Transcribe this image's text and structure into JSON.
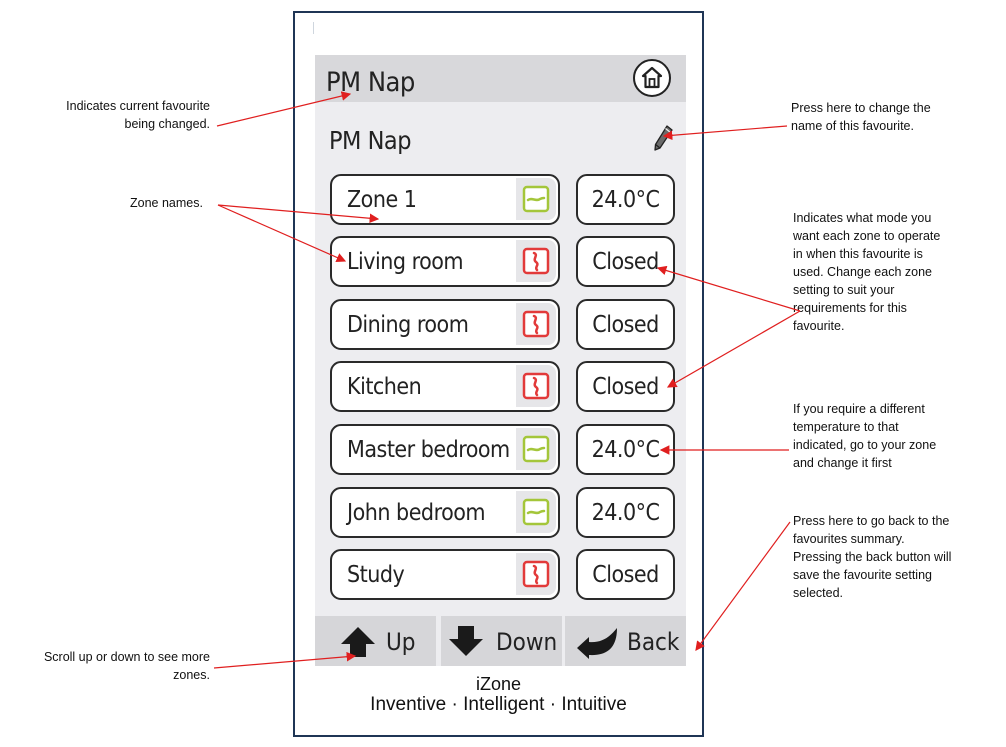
{
  "screen": {
    "title": "PM Nap",
    "favourite_name": "PM Nap",
    "zones": [
      {
        "name": "Zone 1",
        "mode": "temperature",
        "setting": "24.0°C"
      },
      {
        "name": "Living room",
        "mode": "open-closed",
        "setting": "Closed"
      },
      {
        "name": "Dining room",
        "mode": "open-closed",
        "setting": "Closed"
      },
      {
        "name": "Kitchen",
        "mode": "open-closed",
        "setting": "Closed"
      },
      {
        "name": "Master bedroom",
        "mode": "temperature",
        "setting": "24.0°C"
      },
      {
        "name": "John bedroom",
        "mode": "temperature",
        "setting": "24.0°C"
      },
      {
        "name": "Study",
        "mode": "open-closed",
        "setting": "Closed"
      }
    ],
    "nav": {
      "up": "Up",
      "down": "Down",
      "back": "Back"
    },
    "icons": {
      "home": "home-icon",
      "edit": "pencil-icon",
      "temperature_mode": "temperature-mode-icon",
      "closed_mode": "damper-closed-icon"
    },
    "colors": {
      "temperature_mode": "#a4c63a",
      "closed_mode": "#e23a3a",
      "frame": "#1f3555",
      "annotation_line": "#e01f1f"
    }
  },
  "brand": {
    "name": "iZone",
    "tagline": "Inventive · Intelligent · Intuitive"
  },
  "annotations": {
    "current_favourite": [
      "Indicates current favourite",
      "being changed."
    ],
    "zone_names": [
      "Zone names."
    ],
    "scroll": [
      "Scroll up or down to see more",
      "zones."
    ],
    "rename": [
      "Press here to change the",
      "name of this favourite."
    ],
    "mode": [
      "Indicates what mode you",
      "want each zone to operate",
      "in when this favourite is",
      "used. Change each zone",
      "setting to suit your",
      "requirements for this",
      "favourite."
    ],
    "temperature": [
      "If you require a different",
      "temperature  to that",
      "indicated, go to your zone",
      "and change it first"
    ],
    "back": [
      "Press here to go back to the",
      "favourites summary.",
      "Pressing the back button will",
      "save the favourite setting",
      "selected."
    ]
  }
}
